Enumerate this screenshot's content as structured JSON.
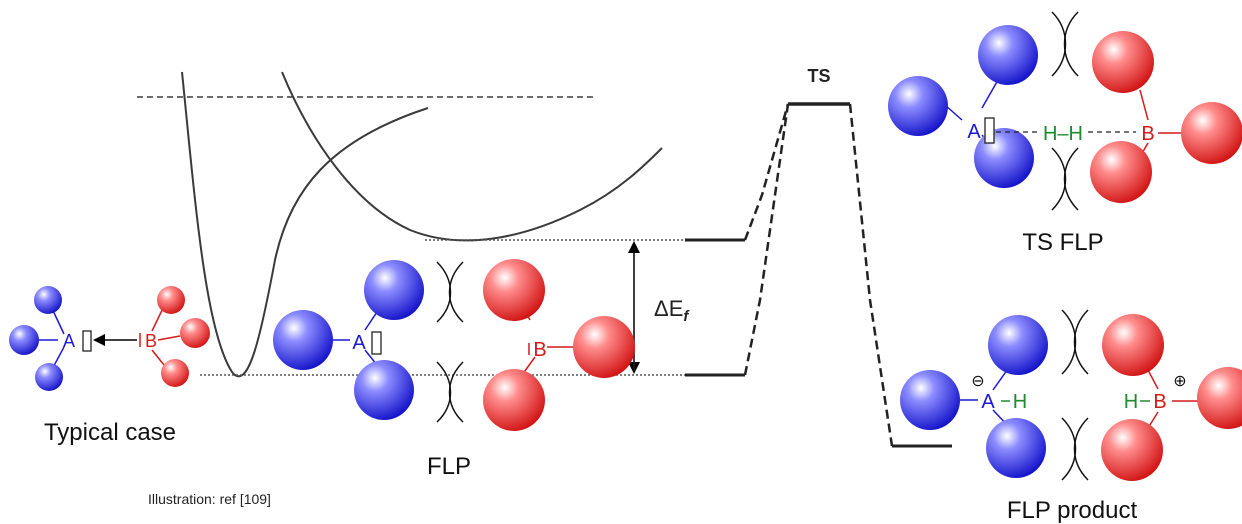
{
  "labels": {
    "typical_case": "Typical case",
    "flp": "FLP",
    "ts": "TS",
    "ts_flp": "TS FLP",
    "flp_product": "FLP product",
    "delta_e": "ΔE",
    "delta_e_sub": "f",
    "caption": "Illustration: ref [109]"
  },
  "atoms": {
    "acid": "A",
    "base": "B",
    "hydrogen": "H",
    "h_bond": "H–H",
    "minus_charge": "⊖",
    "plus_charge": "⊕"
  },
  "colors": {
    "lewis_base_blue": "#1a1ad6",
    "lewis_acid_red": "#d61a1a",
    "hydrogen_green": "#1f8a2e",
    "curve": "#3a3a3a",
    "text": "#222222"
  }
}
